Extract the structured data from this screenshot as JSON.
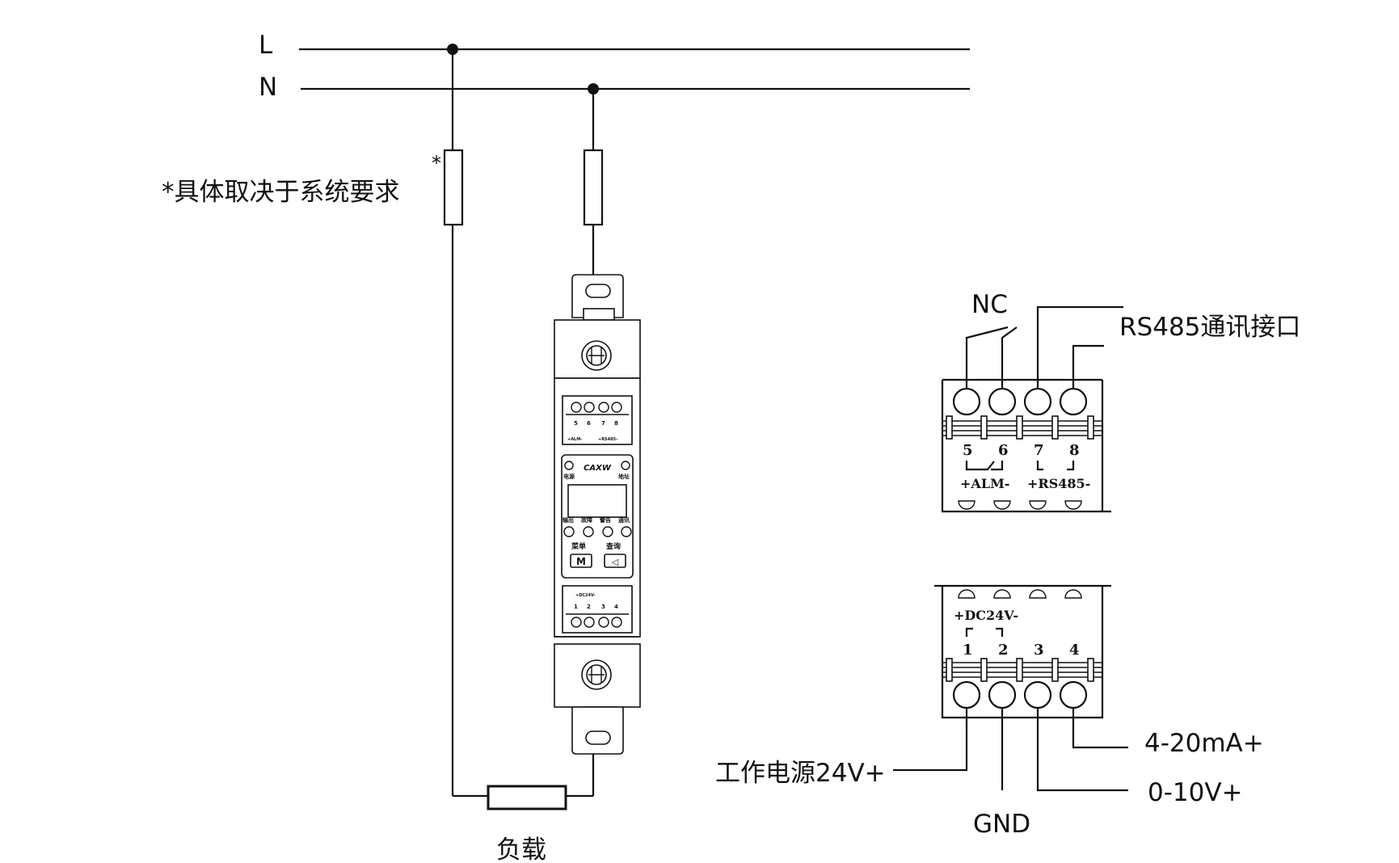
{
  "lines": {
    "L": "L",
    "N": "N"
  },
  "note": {
    "asterisk": "*",
    "text": "*具体取决于系统要求"
  },
  "load_label": "负载",
  "device": {
    "brand": "CAXW",
    "led_power": "电源",
    "led_address": "地址",
    "led_labels": [
      "输出",
      "故障",
      "警告",
      "通讯"
    ],
    "btn_menu_label": "菜单",
    "btn_query_label": "查询",
    "btn_menu_key": "M",
    "btn_query_key": "◁",
    "top_block": {
      "nums": [
        "5",
        "6",
        "7",
        "8"
      ],
      "alm": "+ALM-",
      "rs485": "+RS485-"
    },
    "bottom_block": {
      "dc": "+DC24V-",
      "nums": [
        "1",
        "2",
        "3",
        "4"
      ]
    }
  },
  "top_terminal": {
    "pins": [
      "5",
      "6",
      "7",
      "8"
    ],
    "alm_label": "+ALM-",
    "rs485_label": "+RS485-",
    "callout_nc": "NC",
    "callout_rs485": "RS485通讯接口"
  },
  "bottom_terminal": {
    "pins": [
      "1",
      "2",
      "3",
      "4"
    ],
    "dc_label": "+DC24V-",
    "callout_power": "工作电源24V+",
    "callout_gnd": "GND",
    "callout_0_10v": "0-10V+",
    "callout_4_20ma": "4-20mA+"
  }
}
